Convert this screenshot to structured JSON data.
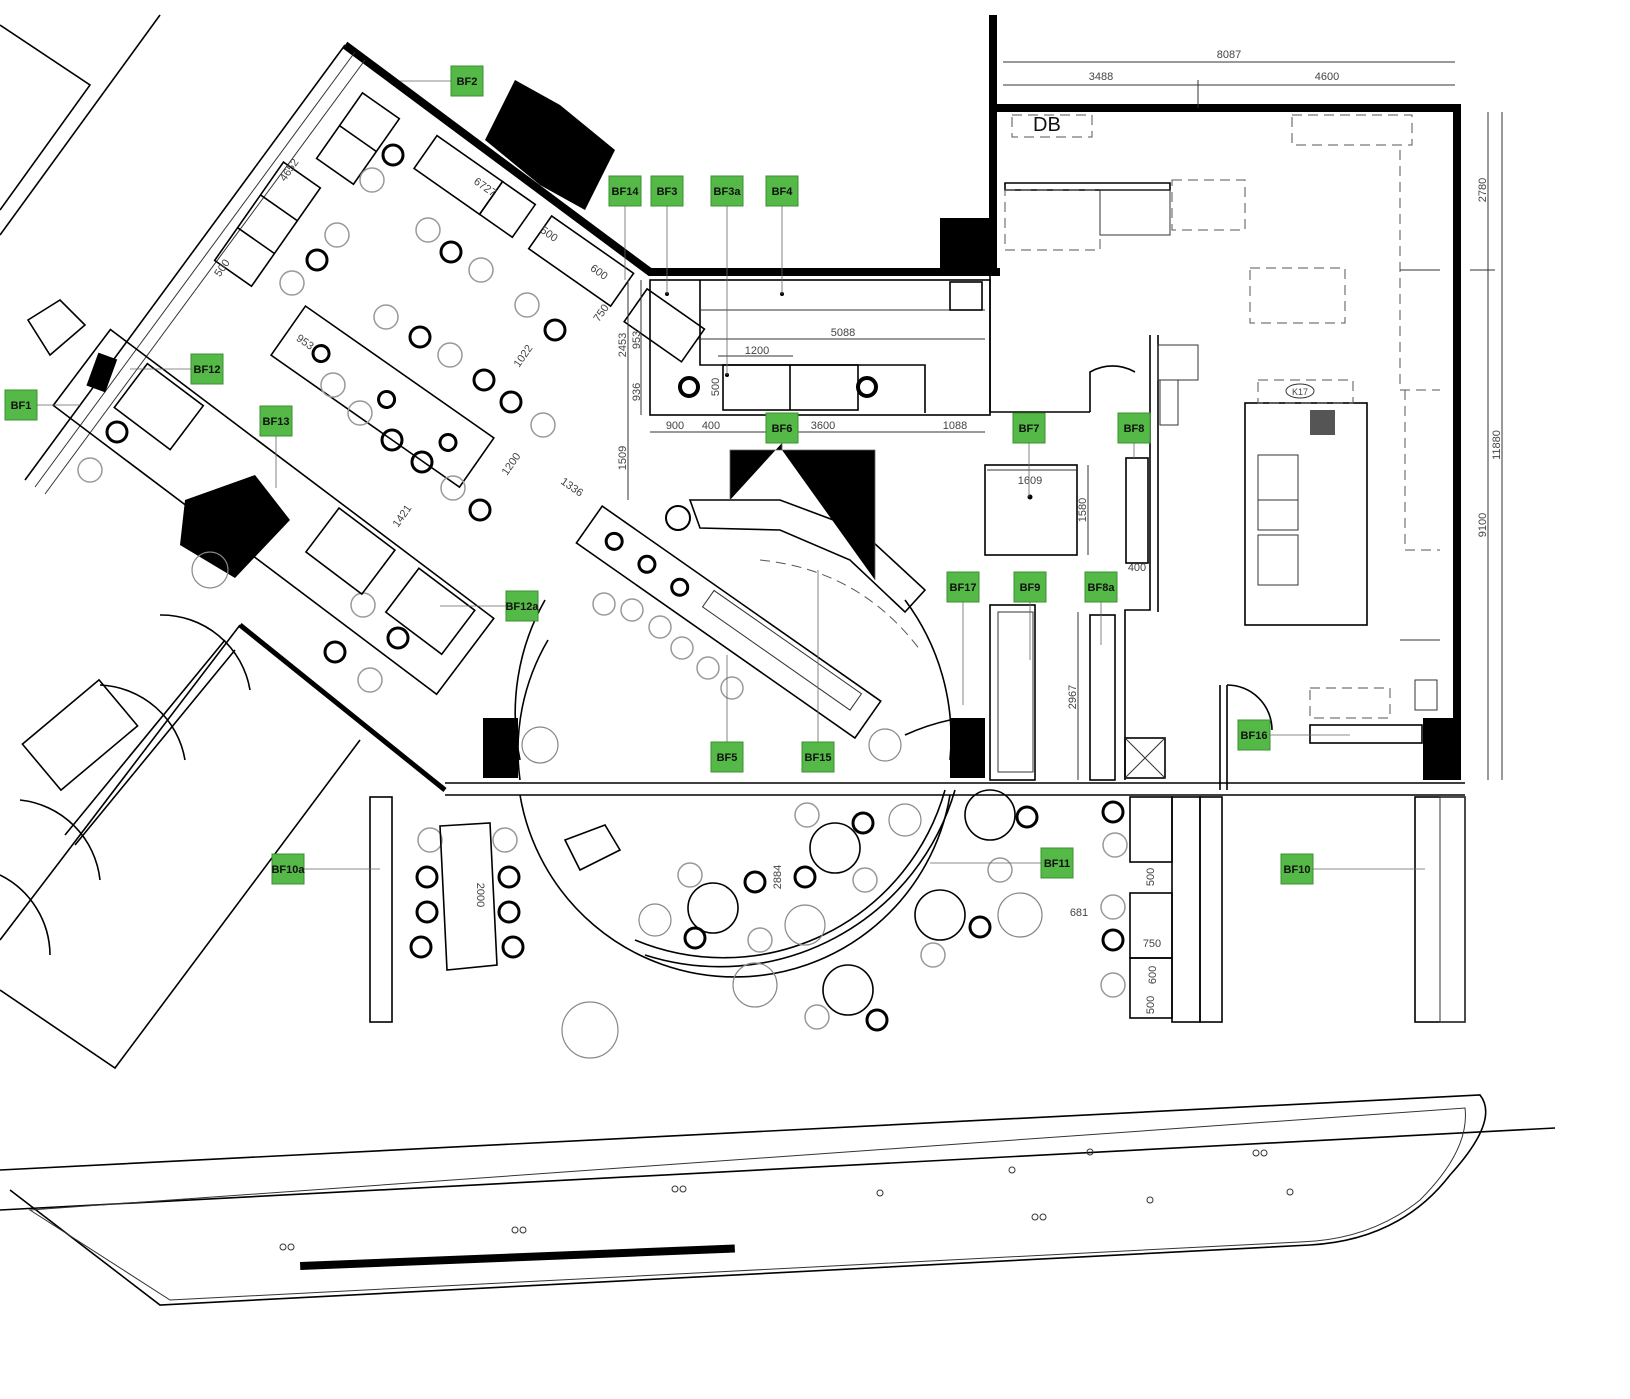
{
  "drawing": {
    "room_labels": {
      "db": "DB",
      "k17": "K17"
    },
    "tags": [
      "BF1",
      "BF2",
      "BF3",
      "BF3a",
      "BF4",
      "BF5",
      "BF6",
      "BF7",
      "BF8",
      "BF8a",
      "BF9",
      "BF10",
      "BF10a",
      "BF11",
      "BF12",
      "BF12a",
      "BF13",
      "BF14",
      "BF15",
      "BF16",
      "BF17"
    ],
    "dimensions": {
      "overall_width": "8087",
      "width_left": "3488",
      "width_right": "4600",
      "height_top": "2780",
      "height_total": "11880",
      "height_lower": "9100",
      "back_counter": "5088",
      "counter_module": "1200",
      "servery_depth": "2453",
      "servery_upper": "953",
      "servery_lower": "936",
      "counter_depth": "500",
      "seg_900": "900",
      "seg_400": "400",
      "seg_3600": "3600",
      "seg_1088": "1088",
      "gap_1509": "1509",
      "table_width": "1609",
      "table_depth": "1580",
      "pass_width": "400",
      "wc_depth": "2967",
      "glazing_length": "4652",
      "banquette_length": "6727",
      "banquette_depth": "500",
      "table_600": "600",
      "table_750": "750",
      "edge_500": "500",
      "aisle_953": "953",
      "aisle_1022": "1022",
      "bar_table": "1200",
      "aisle_1336": "1336",
      "aisle_1421": "1421",
      "terrace_2884": "2884",
      "communal_table": "2000",
      "gap_681": "681",
      "planter_500a": "500",
      "planter_750": "750",
      "planter_600": "600",
      "planter_500b": "500"
    }
  }
}
